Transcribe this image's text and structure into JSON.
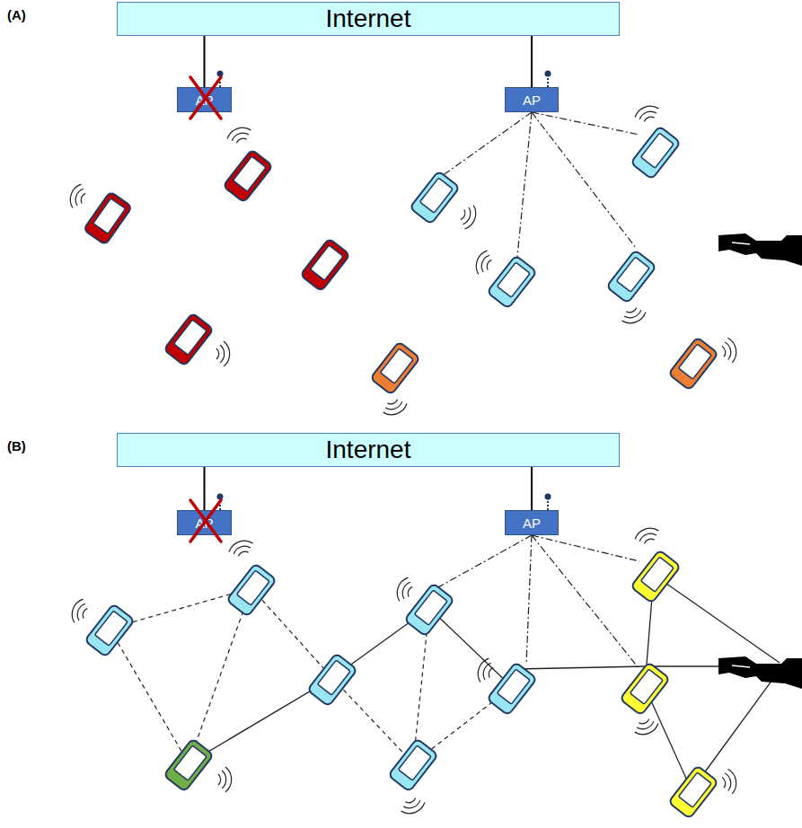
{
  "diagram": {
    "nodes": [
      {
        "text": [
          "Internet"
        ]
      },
      {
        "text": [
          "AP"
        ]
      },
      {
        "text": [
          "AP"
        ]
      },
      {
        "text": [
          "Internet"
        ]
      },
      {
        "text": [
          "AP"
        ]
      },
      {
        "text": [
          "AP"
        ]
      }
    ],
    "edges": [
      {
        "from": 1,
        "to": 0,
        "arrow": "none"
      },
      {
        "from": 2,
        "to": 0,
        "arrow": "none"
      },
      {
        "from": 4,
        "to": 3,
        "arrow": "none"
      },
      {
        "from": 5,
        "to": 3,
        "arrow": "none"
      }
    ],
    "labels": [
      "(A)",
      "(B)"
    ]
  }
}
